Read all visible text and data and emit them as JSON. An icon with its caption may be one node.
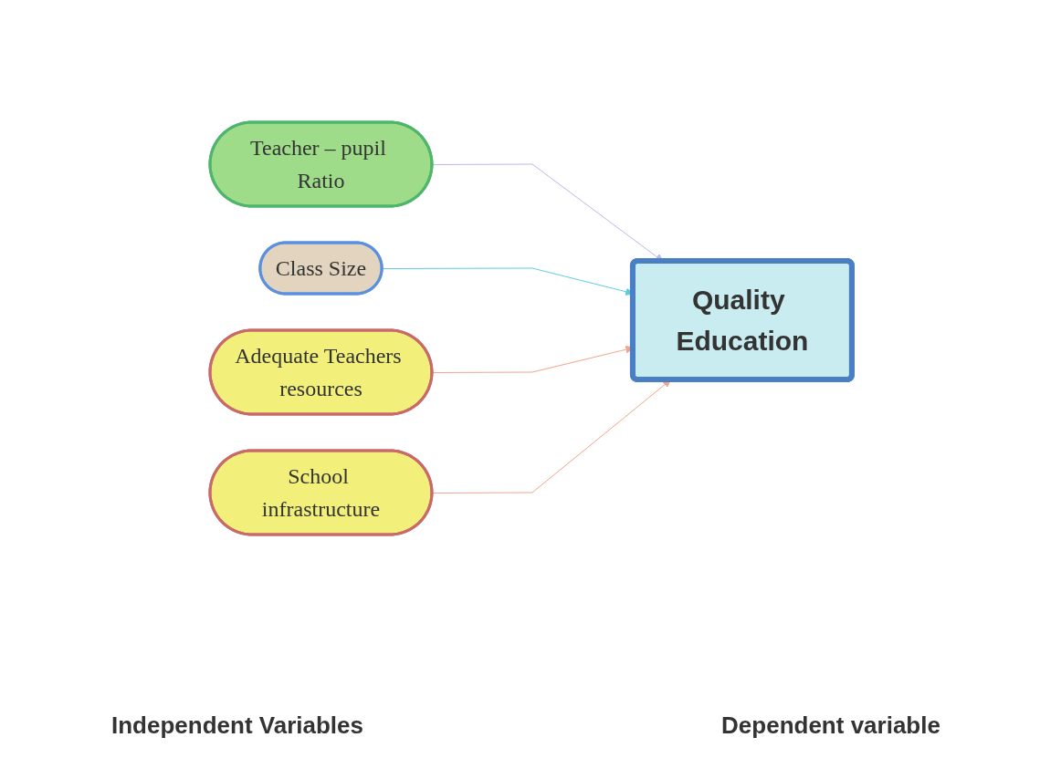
{
  "diagram": {
    "nodes": [
      {
        "text": [
          "Teacher – pupil Ratio"
        ]
      },
      {
        "text": [
          "Class Size"
        ]
      },
      {
        "text": [
          "Adequate Teachers resources"
        ]
      },
      {
        "text": [
          "School infrastructure"
        ]
      },
      {
        "text": [
          "Quality Education"
        ]
      }
    ],
    "edges": [
      {
        "from": 0,
        "to": 4,
        "arrow": "to",
        "color": "#b8b8ec"
      },
      {
        "from": 1,
        "to": 4,
        "arrow": "to",
        "color": "#5ccbe6"
      },
      {
        "from": 2,
        "to": 4,
        "arrow": "to",
        "color": "#f0a58a"
      },
      {
        "from": 3,
        "to": 4,
        "arrow": "to",
        "color": "#f0a58a"
      }
    ],
    "labels": [
      "Independent Variables",
      "Dependent variable"
    ]
  }
}
